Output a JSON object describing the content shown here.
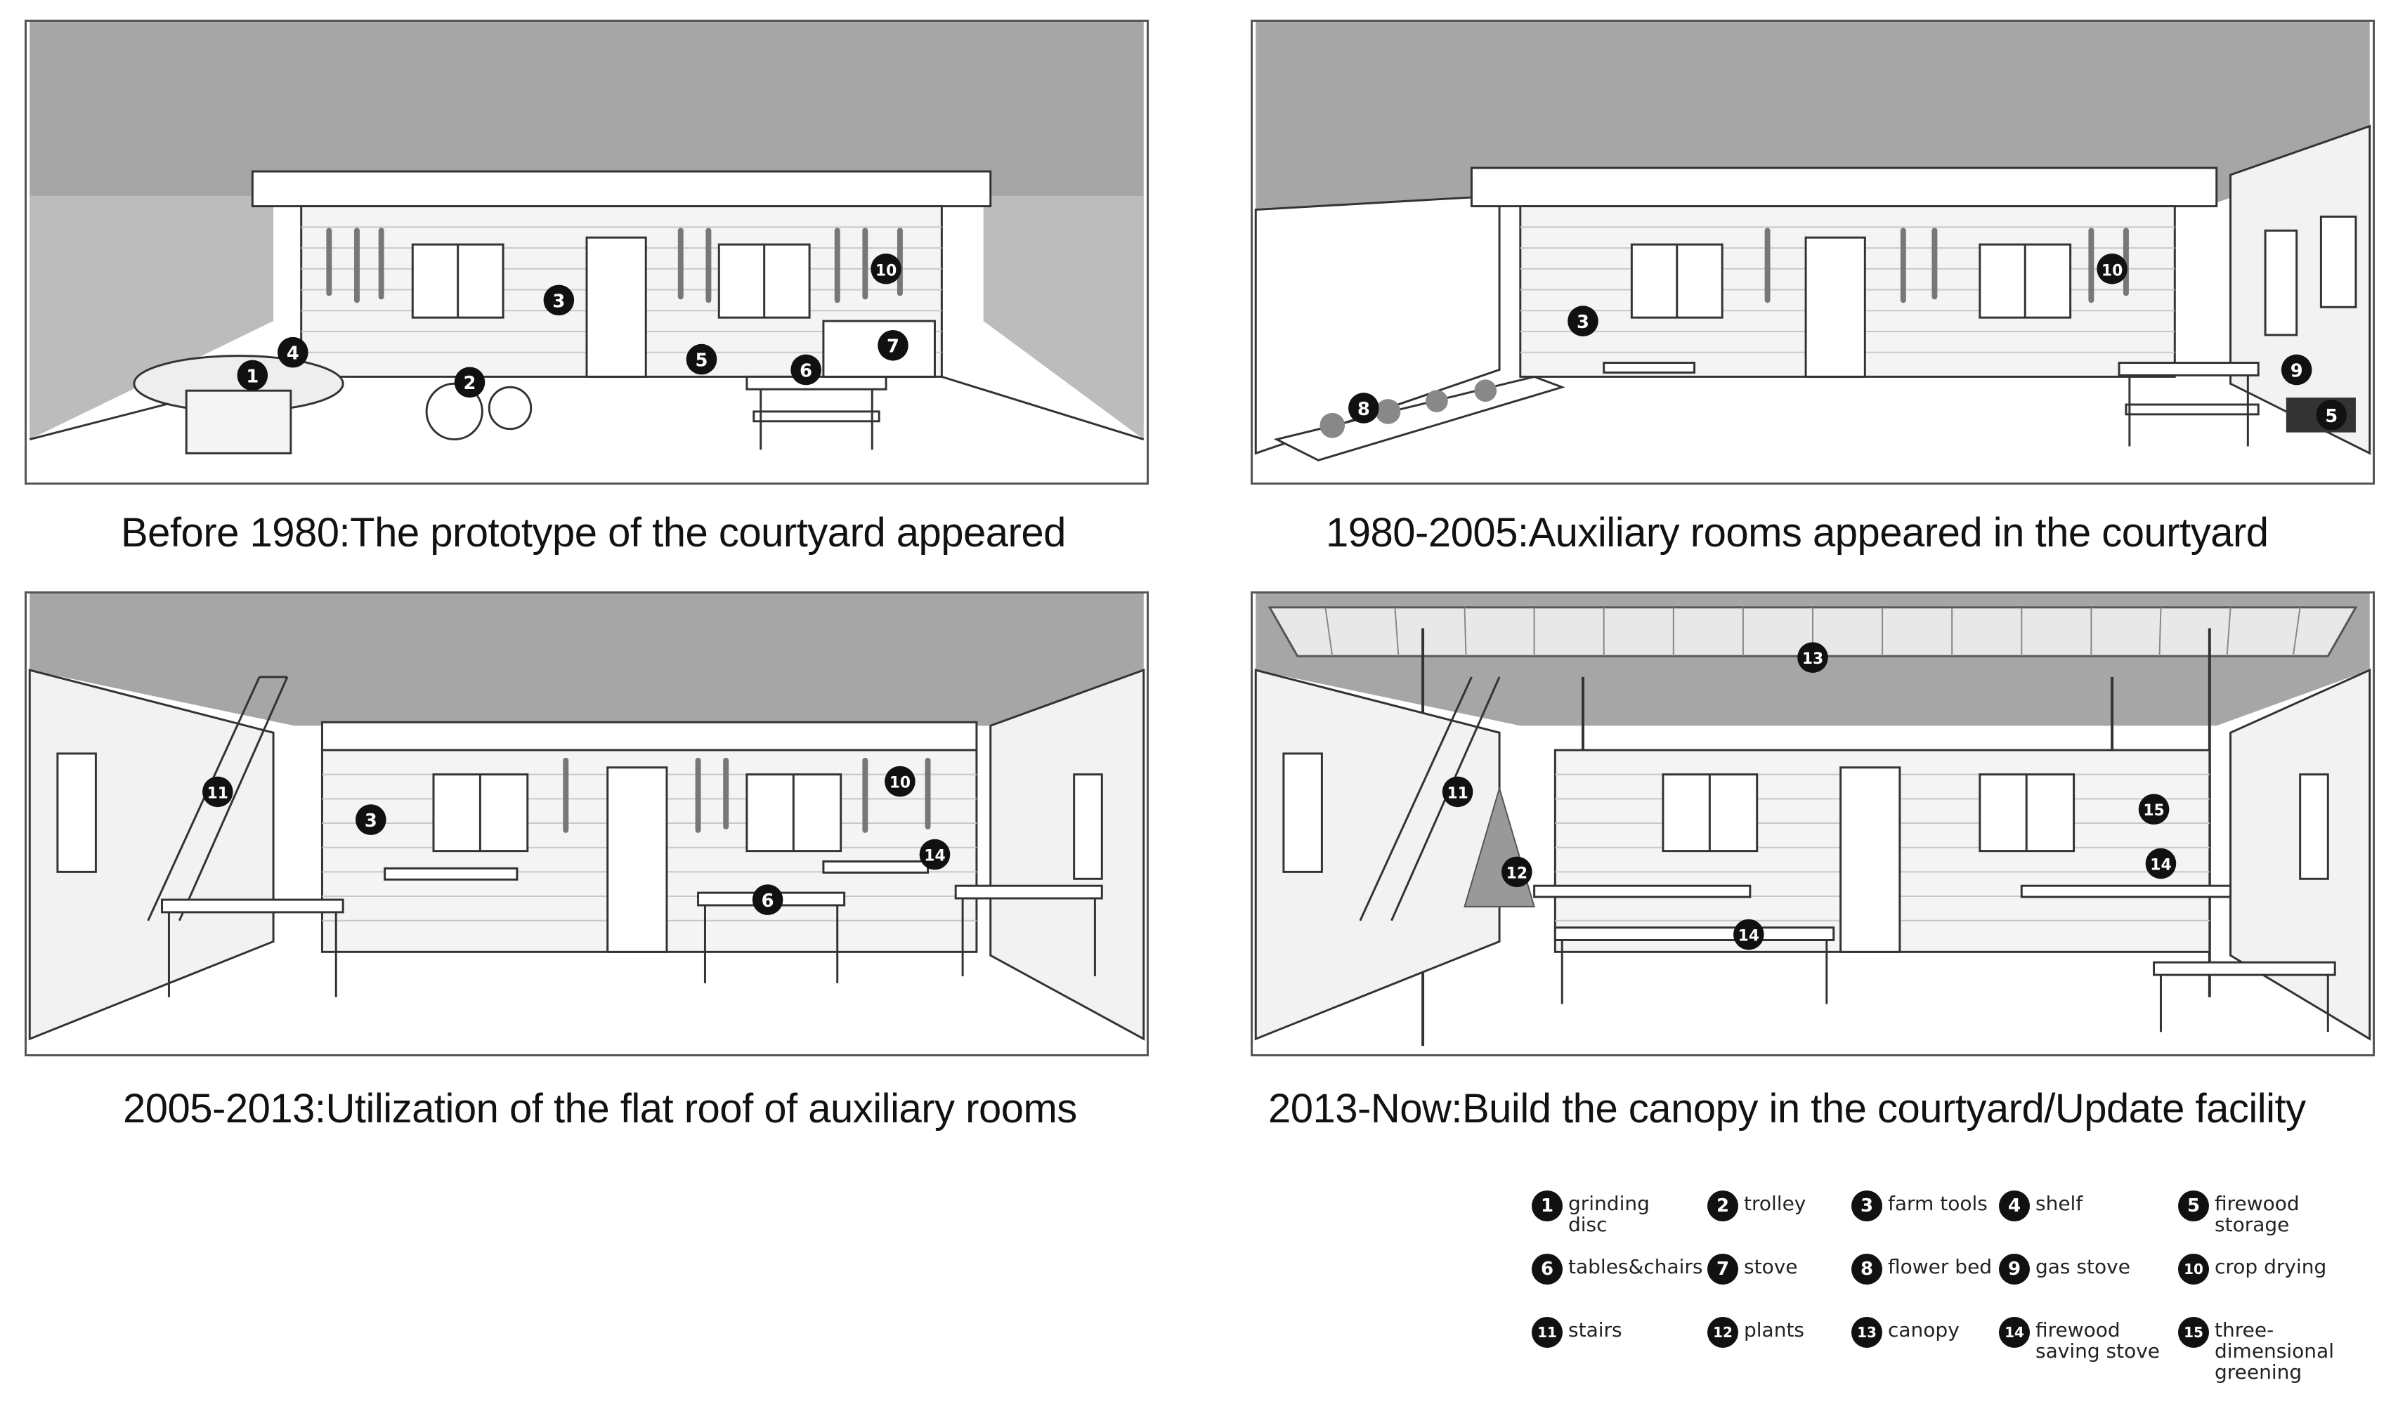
{
  "captions": {
    "p1": "Before 1980:The prototype of the courtyard appeared",
    "p2": "1980-2005:Auxiliary rooms appeared in the courtyard",
    "p3": "2005-2013:Utilization of the flat roof of auxiliary rooms",
    "p4": "2013-Now:Build the canopy in the courtyard/Update facility"
  },
  "legend": [
    {
      "num": "1",
      "label": "grinding disc"
    },
    {
      "num": "2",
      "label": "trolley"
    },
    {
      "num": "3",
      "label": "farm tools"
    },
    {
      "num": "4",
      "label": "shelf"
    },
    {
      "num": "5",
      "label": "firewood storage"
    },
    {
      "num": "6",
      "label": "tables&chairs"
    },
    {
      "num": "7",
      "label": "stove"
    },
    {
      "num": "8",
      "label": "flower bed"
    },
    {
      "num": "9",
      "label": "gas stove"
    },
    {
      "num": "10",
      "label": "crop drying"
    },
    {
      "num": "11",
      "label": "stairs"
    },
    {
      "num": "12",
      "label": "plants"
    },
    {
      "num": "13",
      "label": "canopy"
    },
    {
      "num": "14",
      "label": "firewood saving stove"
    },
    {
      "num": "15",
      "label": "three-dimensional greening"
    }
  ],
  "markers": {
    "p1": [
      "1",
      "4",
      "3",
      "10",
      "2",
      "5",
      "6",
      "7"
    ],
    "p2": [
      "3",
      "10",
      "8",
      "9",
      "5"
    ],
    "p3": [
      "11",
      "3",
      "10",
      "14",
      "6"
    ],
    "p4": [
      "13",
      "11",
      "12",
      "15",
      "14",
      "14"
    ]
  },
  "colors": {
    "sky": "#a6a6a6",
    "line": "#333333",
    "marker": "#111111"
  }
}
